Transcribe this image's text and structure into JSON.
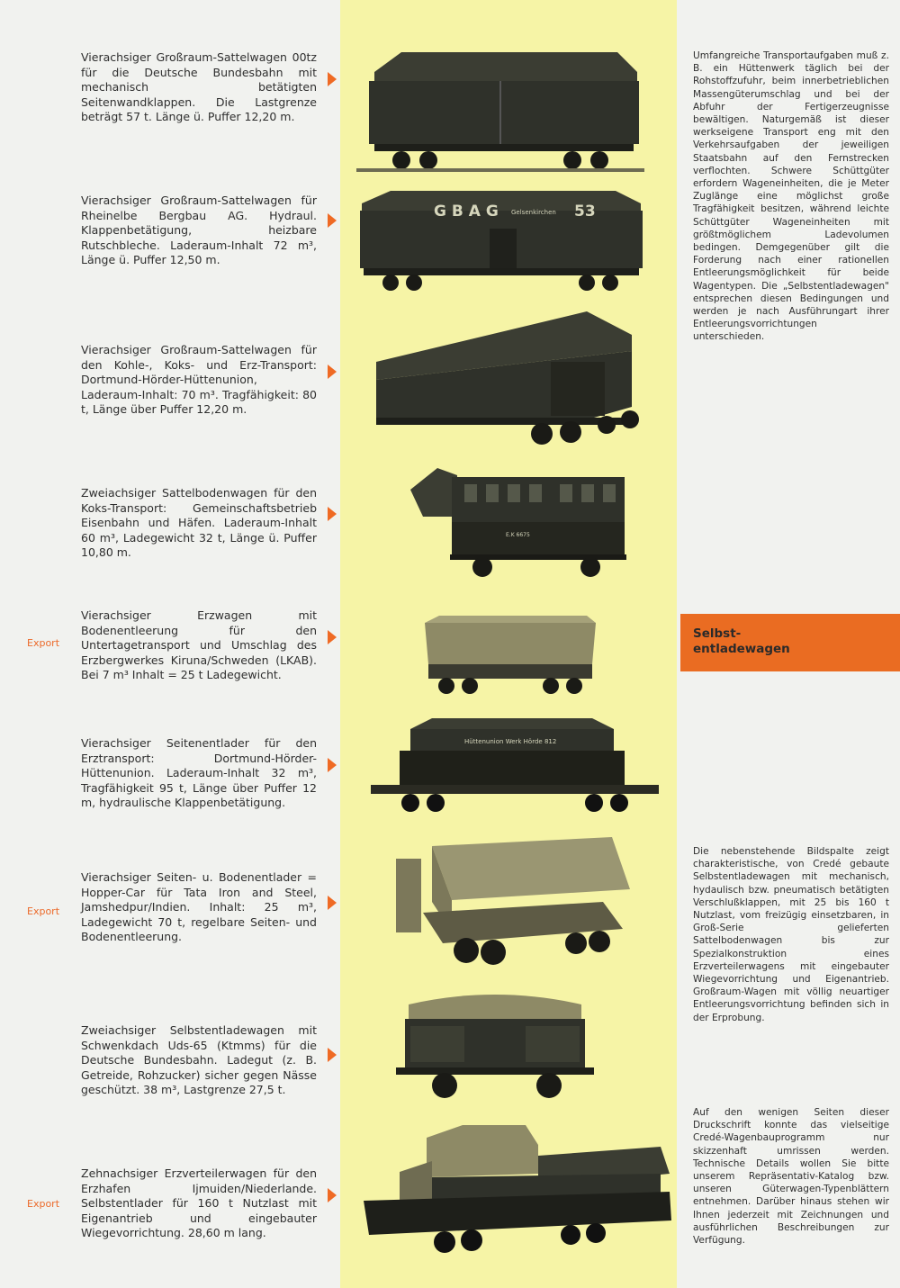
{
  "items": [
    {
      "text": "Vierachsiger Großraum-Sattelwagen 00tz für die Deutsche Bundesbahn mit mechanisch betätigten Seitenwandklappen. Die Lastgrenze beträgt 57 t. Länge ü. Puffer 12,20 m.",
      "export": ""
    },
    {
      "text": "Vierachsiger Großraum-Sattelwagen für Rheinelbe Bergbau AG. Hydraul. Klappenbetätigung, heizbare Rutschbleche. Laderaum-Inhalt 72 m³, Länge ü. Puffer 12,50 m.",
      "export": ""
    },
    {
      "text": "Vierachsiger Großraum-Sattelwagen für den Kohle-, Koks- und Erz-Transport: Dortmund-Hörder-Hüttenunion, Laderaum-Inhalt: 70 m³. Tragfähigkeit: 80 t, Länge über Puffer 12,20 m.",
      "export": ""
    },
    {
      "text": "Zweiachsiger Sattelbodenwagen für den Koks-Transport: Gemeinschaftsbetrieb Eisenbahn und Häfen. Laderaum-Inhalt 60 m³, Ladegewicht 32 t, Länge ü. Puffer 10,80 m.",
      "export": ""
    },
    {
      "text": "Vierachsiger Erzwagen mit Bodenentleerung für den Untertagetransport und Umschlag des Erzbergwerkes Kiruna/Schweden (LKAB). Bei 7 m³ Inhalt = 25 t Ladegewicht.",
      "export": "Export"
    },
    {
      "text": "Vierachsiger Seitenentlader für den Erztransport: Dortmund-Hörder-Hüttenunion. Laderaum-Inhalt 32 m³, Tragfähigkeit 95 t, Länge über Puffer 12 m, hydraulische Klappenbetätigung.",
      "export": ""
    },
    {
      "text": "Vierachsiger Seiten- u. Bodenentlader = Hopper-Car für Tata Iron and Steel, Jamshedpur/Indien. Inhalt: 25 m³, Ladegewicht 70 t, regelbare Seiten- und Bodenentleerung.",
      "export": "Export"
    },
    {
      "text": "Zweiachsiger Selbstentladewagen mit Schwenkdach Uds-65 (Ktmms) für die Deutsche Bundesbahn. Ladegut (z. B. Getreide, Rohzucker) sicher gegen Nässe geschützt. 38 m³, Lastgrenze 27,5 t.",
      "export": ""
    },
    {
      "text": "Zehnachsiger Erzverteilerwagen für den Erzhafen Ijmuiden/Niederlande. Selbstentlader für 160 t Nutzlast mit Eigenantrieb und eingebauter Wiegevorrichtung. 28,60 m lang.",
      "export": "Export"
    }
  ],
  "photo_markings": {
    "gbag": "G B A G",
    "gbag_city": "Gelsenkirchen",
    "gbag_number": "53",
    "huettenunion": "Hüttenunion  Werk Hörde  812",
    "ek": "E.K 6675"
  },
  "right_column": {
    "paragraph1": "Umfangreiche Transportaufgaben muß z. B. ein Hüttenwerk täglich bei der Rohstoffzufuhr, beim innerbetrieblichen Massengüterumschlag und bei der Abfuhr der Fertigerzeugnisse bewältigen. Naturgemäß ist dieser werkseigene Transport eng mit den Verkehrsaufgaben der jeweiligen Staatsbahn auf den Fernstrecken verflochten. Schwere Schüttgüter erfordern Wageneinheiten, die je Meter Zuglänge eine möglichst große Tragfähigkeit besitzen, während leichte Schüttgüter Wageneinheiten mit größtmöglichem Ladevolumen bedingen. Demgegenüber gilt die Forderung nach einer rationellen Entleerungsmöglichkeit für beide Wagentypen. Die „Selbstentladewagen\" entsprechen diesen Bedingungen und werden je nach Ausführungart ihrer Entleerungsvorrichtungen unterschieden.",
    "section_label": "Selbst-\nentladewagen",
    "paragraph2": "Die nebenstehende Bildspalte zeigt charakteristische, von Credé gebaute Selbstentladewagen mit mechanisch, hydaulisch bzw. pneumatisch betätigten Verschlußklappen, mit 25 bis 160 t Nutzlast, vom freizügig einsetzbaren, in Groß-Serie gelieferten Sattelbodenwagen bis zur Spezialkonstruktion eines Erzverteilerwagens mit eingebauter Wiegevorrichtung und Eigenantrieb. Großraum-Wagen mit völlig neuartiger Entleerungsvorrichtung befinden sich in der Erprobung.",
    "paragraph3": "Auf den wenigen Seiten dieser Druckschrift konnte das vielseitige Credé-Wagenbauprogramm nur skizzenhaft umrissen werden. Technische Details wollen Sie bitte unserem Repräsentativ-Katalog bzw. unseren Güterwagen-Typenblättern entnehmen. Darüber hinaus stehen wir Ihnen jederzeit mit Zeichnungen und ausführlichen Beschreibungen zur Verfügung."
  },
  "colors": {
    "accent": "#ea6c22",
    "band": "#f6f4a6",
    "photo": "#2f312a"
  }
}
